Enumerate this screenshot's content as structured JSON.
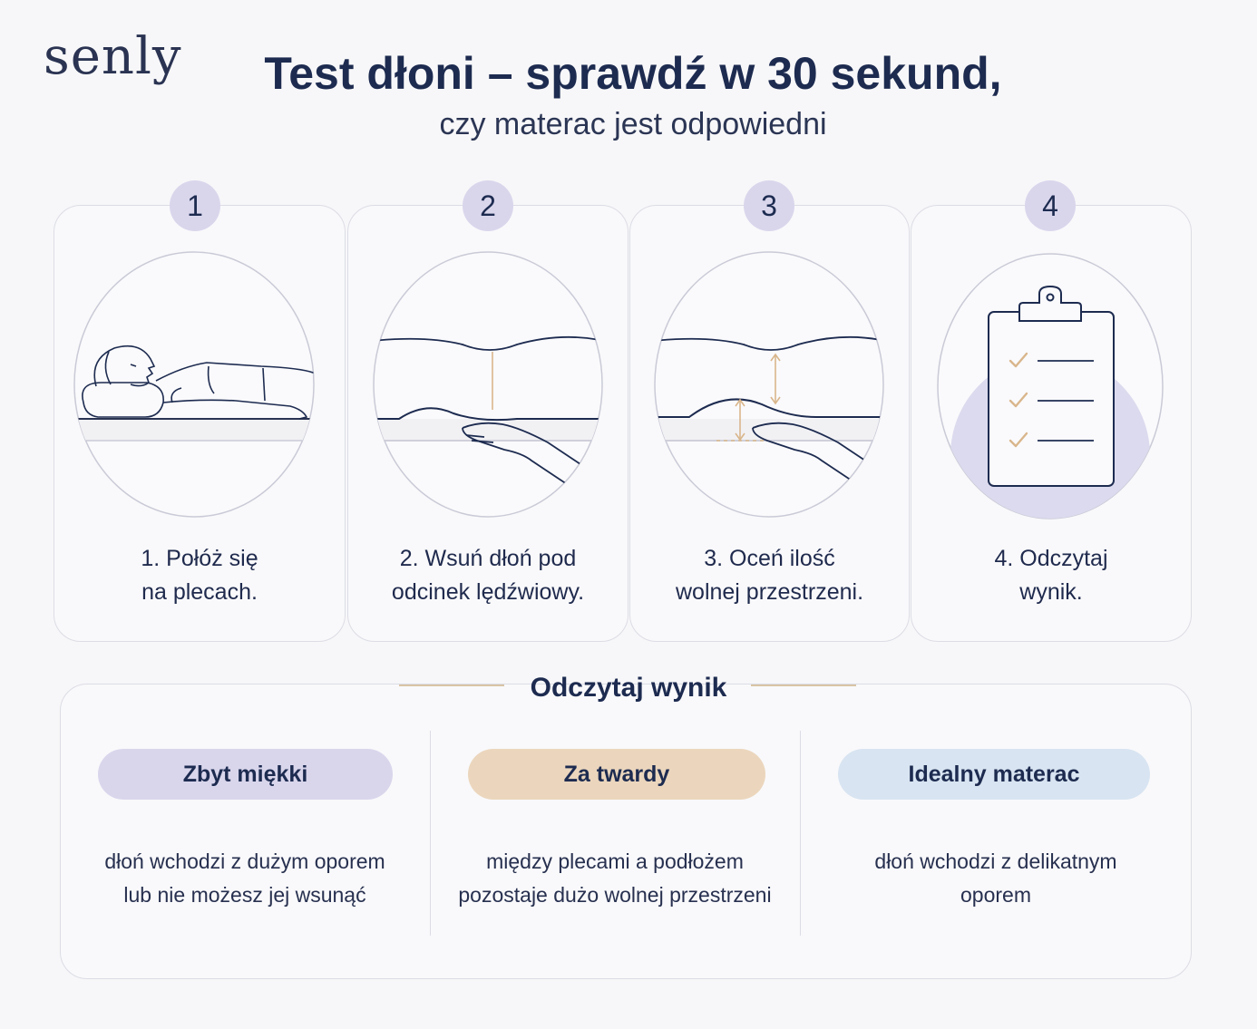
{
  "header": {
    "logo": "senly",
    "title": "Test dłoni – sprawdź w 30 sekund,",
    "subtitle": "czy materac jest odpowiedni"
  },
  "steps": [
    {
      "number": "1",
      "caption_line1": "1. Połóż się",
      "caption_line2": "na plecach."
    },
    {
      "number": "2",
      "caption_line1": "2. Wsuń dłoń pod",
      "caption_line2": "odcinek lędźwiowy."
    },
    {
      "number": "3",
      "caption_line1": "3. Oceń ilość",
      "caption_line2": "wolnej przestrzeni."
    },
    {
      "number": "4",
      "caption_line1": "4. Odczytaj",
      "caption_line2": "wynik."
    }
  ],
  "results": {
    "title": "Odczytaj wynik",
    "items": [
      {
        "label": "Zbyt miękki",
        "desc_line1": "dłoń wchodzi z dużym oporem",
        "desc_line2": "lub nie możesz jej wsunąć",
        "color": "#d9d6ec"
      },
      {
        "label": "Za twardy",
        "desc_line1": "między plecami a podłożem",
        "desc_line2": "pozostaje dużo wolnej przestrzeni",
        "color": "#ebd6bd"
      },
      {
        "label": "Idealny materac",
        "desc_line1": "dłoń wchodzi z delikatnym",
        "desc_line2": "oporem",
        "color": "#d8e4f1"
      }
    ]
  },
  "colors": {
    "navy": "#1d2b50",
    "gold": "#d9b68c",
    "lavender": "#d9d6ec"
  }
}
